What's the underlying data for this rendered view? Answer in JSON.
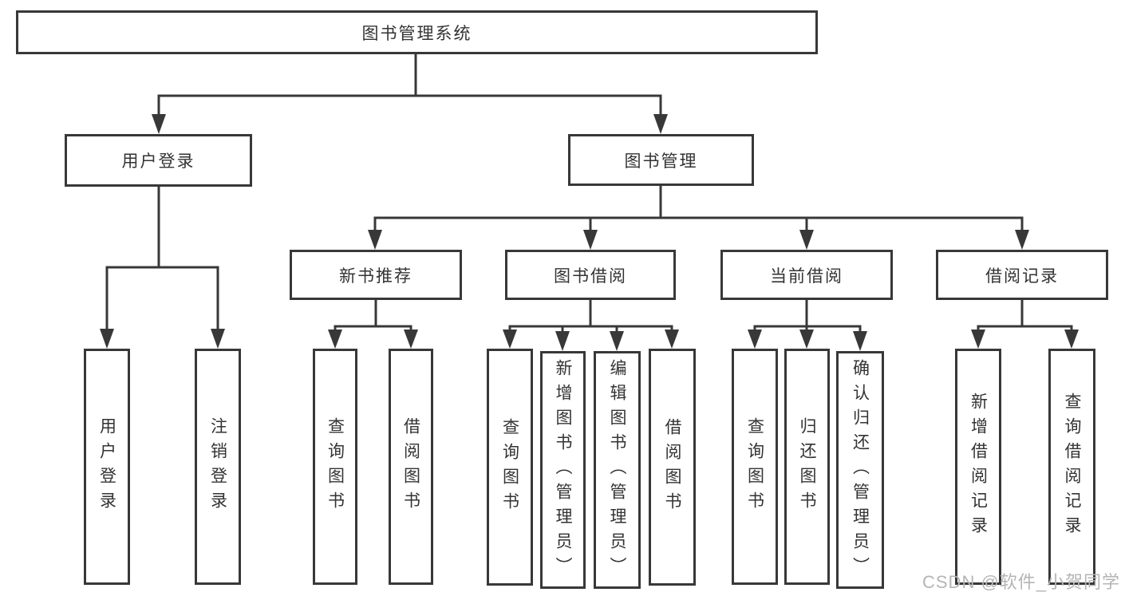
{
  "nodes": {
    "root": "图书管理系统",
    "l2_user": "用户登录",
    "l2_book": "图书管理",
    "l3_newbook": "新书推荐",
    "l3_borrow": "图书借阅",
    "l3_current": "当前借阅",
    "l3_records": "借阅记录",
    "leaf_user_login": "用户登录",
    "leaf_user_logout": "注销登录",
    "leaf_nb_query": "查询图书",
    "leaf_nb_borrow": "借阅图书",
    "leaf_bb_query": "查询图书",
    "leaf_bb_add": "新增图书（管理员）",
    "leaf_bb_edit": "编辑图书（管理员）",
    "leaf_bb_borrow": "借阅图书",
    "leaf_cb_query": "查询图书",
    "leaf_cb_return": "归还图书",
    "leaf_cb_confirm": "确认归还（管理员）",
    "leaf_br_add": "新增借阅记录",
    "leaf_br_query": "查询借阅记录"
  },
  "watermark": "CSDN @软件_小贺同学",
  "colors": {
    "line": "#383838",
    "text": "#333333",
    "watermark": "#b5b5b5"
  }
}
